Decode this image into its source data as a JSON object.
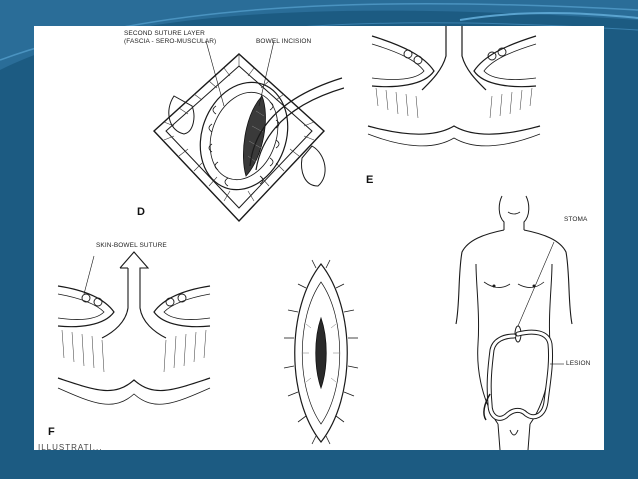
{
  "labels": {
    "second_suture_line1": "SECOND SUTURE LAYER",
    "second_suture_line2": "(FASCIA - SERO-MUSCULAR)",
    "bowel_incision": "BOWEL INCISION",
    "skin_bowel_suture": "SKIN-BOWEL SUTURE",
    "stoma": "STOMA",
    "lesion": "LESION",
    "panel_d": "D",
    "panel_e": "E",
    "panel_f": "F",
    "cut_caption": "ILLUSTRATI..."
  },
  "colors": {
    "background": "#1c5b82",
    "swoosh": "#3c85b3",
    "frame": "#ffffff",
    "ink": "#1a1a1a"
  }
}
